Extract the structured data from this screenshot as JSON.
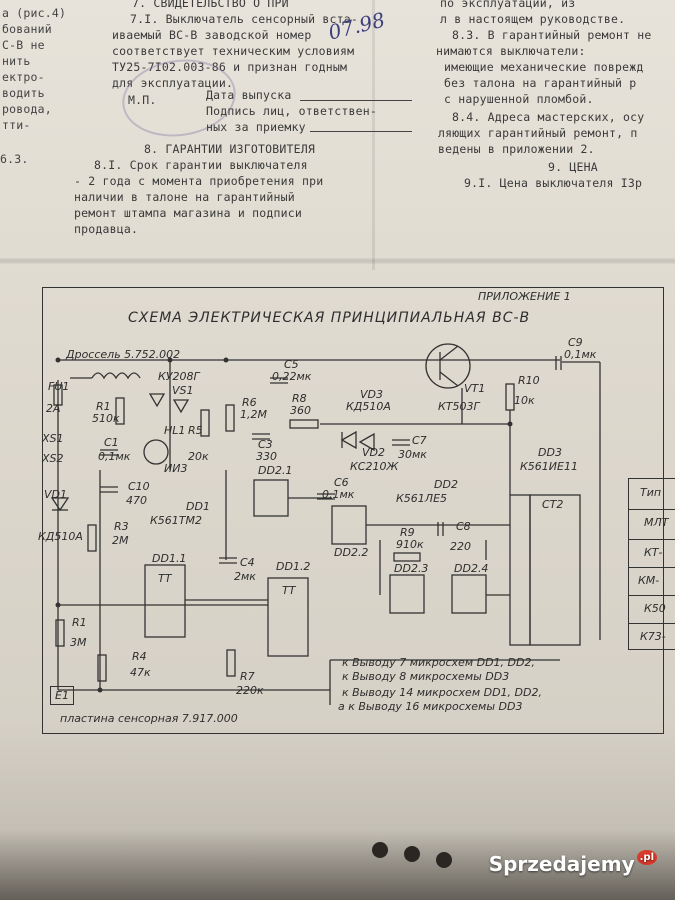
{
  "doc": {
    "left_col": [
      "а (рис.4)",
      "бований",
      "С-В не",
      "нить",
      "ектро-",
      "водить",
      "ровода,",
      "тти-",
      "6.3."
    ],
    "top_cut": "7. СВИДЕТЕЛЬСТВО О ПРИ",
    "sec7": [
      "7.I. Выключатель сенсорный вста-",
      "иваемый ВС-В заводской номер",
      "соответствует техническим условиям",
      "ТУ25-7I02.003-86 и признан годным",
      "для эксплуатации."
    ],
    "mp": "М.П.",
    "issue_date": "Дата выпуска",
    "sign1": "Подпись лиц, ответствен-",
    "sign2": "ных за приемку",
    "handwritten": "07.98",
    "sec8_title": "8. ГАРАНТИИ ИЗГОТОВИТЕЛЯ",
    "sec8": [
      "8.I. Срок гарантии выключателя",
      "- 2 года с момента приобретения при",
      "наличии в талоне на гарантийный",
      "ремонт штампа магазина и подписи",
      "продавца."
    ],
    "right_col": [
      "по эксплуатации, из",
      "л в настоящем руководстве.",
      "8.3. В гарантийный ремонт не",
      "нимаются выключатели:",
      "имеющие механические поврежд",
      "без талона на гарантийный р",
      "с нарушенной пломбой.",
      "8.4. Адреса мастерских, осу",
      "ляющих гарантийный ремонт, п",
      "ведены в приложении 2."
    ],
    "sec9_title": "9. ЦЕНА",
    "sec9": "9.I. Цена выключателя I3р"
  },
  "schematic": {
    "appendix": "ПРИЛОЖЕНИЕ 1",
    "title": "СХЕМА ЭЛЕКТРИЧЕСКАЯ ПРИНЦИПИАЛЬНАЯ ВС-В",
    "choke": "Дроссель 5.752.002",
    "plate": "пластина сенсорная 7.917.000",
    "labels": {
      "fu1": "FU1",
      "fu1v": "2A",
      "r1h": "R1",
      "r1hv": "510к",
      "vs1a": "КУ208Г",
      "vs1": "VS1",
      "hl1": "HL1",
      "r5": "R5",
      "xs1": "XS1",
      "xs2": "XS2",
      "c1": "C1",
      "c1v": "0,1мк",
      "r5v": "20к",
      "ii3": "ИИ3",
      "c5": "C5",
      "c5v": "0,22мк",
      "r6": "R6",
      "r6v": "1,2М",
      "r8": "R8",
      "r8v": "360",
      "vd3": "VD3",
      "vd3v": "КД510А",
      "vt1": "VT1",
      "vt1v": "КТ503Г",
      "r10": "R10",
      "r10v": "10к",
      "c9": "C9",
      "c9v": "0,1мк",
      "c3": "C3",
      "c3v": "330",
      "vd2": "VD2",
      "vd2v": "КС210Ж",
      "c7": "C7",
      "c7v": "30мк",
      "dd21": "DD2.1",
      "dd2": "DD2",
      "dd2v": "К561ЛЕ5",
      "dd3": "DD3",
      "dd3v": "К561ИЕ11",
      "c10": "C10",
      "c10v": "470",
      "vd1": "VD1",
      "vd1v": "КД510А",
      "r3": "R3",
      "r3v": "2М",
      "dd1": "DD1",
      "dd1v": "К561ТМ2",
      "c6": "C6",
      "c6v": "0,1мк",
      "dd22": "DD2.2",
      "r9": "R9",
      "r9v": "910к",
      "c8": "C8",
      "c8v": "220",
      "dd23": "DD2.3",
      "dd24": "DD2.4",
      "ct2": "CT2",
      "dd11": "DD1.1",
      "dd12": "DD1.2",
      "c4": "C4",
      "c4v": "2мк",
      "tt": "TT",
      "r1": "R1",
      "r1v": "3М",
      "r4": "R4",
      "r4v": "47к",
      "r7": "R7",
      "r7v": "220к",
      "e1": "E1"
    },
    "notes": [
      "к Выводу 7 микросхем DD1, DD2,",
      "к Выводу 8 микросхемы DD3",
      "к Выводу 14 микросхем DD1, DD2,",
      "а к Выводу 16 микросхемы DD3"
    ]
  },
  "table_fragment": [
    "Тип",
    "МЛТ",
    "КТ-",
    "КМ-",
    "К50",
    "К73-"
  ],
  "watermark": {
    "text": "Sprzedajemy",
    "suffix": ".pl"
  }
}
